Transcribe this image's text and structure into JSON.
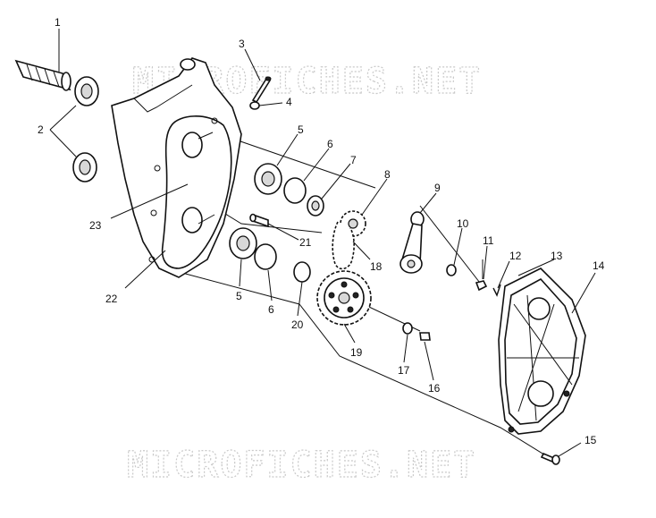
{
  "watermark_top": "MICROFICHES.NET",
  "watermark_bottom": "MICROFICHES.NET",
  "labels": {
    "n1": "1",
    "n2": "2",
    "n3": "3",
    "n4": "4",
    "n5a": "5",
    "n5b": "5",
    "n6a": "6",
    "n6b": "6",
    "n7": "7",
    "n8": "8",
    "n9": "9",
    "n10": "10",
    "n11": "11",
    "n12": "12",
    "n13": "13",
    "n14": "14",
    "n15": "15",
    "n16": "16",
    "n17": "17",
    "n18": "18",
    "n19": "19",
    "n20": "20",
    "n21": "21",
    "n22": "22",
    "n23": "23"
  }
}
